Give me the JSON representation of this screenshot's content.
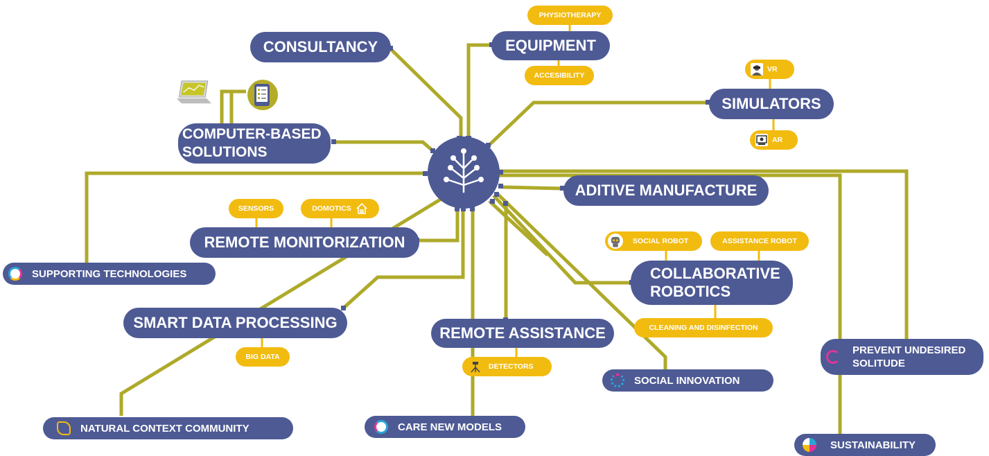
{
  "colors": {
    "node": "#4e5a94",
    "connector": "#aeaa2a",
    "tag": "#f2bb10",
    "text": "#ffffff"
  },
  "hub": {
    "icon": "tree-network-icon"
  },
  "nodes": {
    "consultancy": "CONSULTANCY",
    "equipment": "EQUIPMENT",
    "computer_based": "COMPUTER-BASED SOLUTIONS",
    "simulators": "SIMULATORS",
    "additive": "ADITIVE MANUFACTURE",
    "remote_monitorization": "REMOTE MONITORIZATION",
    "collaborative_robotics": "COLLABORATIVE ROBOTICS",
    "smart_data": "SMART DATA PROCESSING",
    "remote_assistance": "REMOTE ASSISTANCE"
  },
  "tags": {
    "physiotherapy": "PHYSIOTHERAPY",
    "accesibility": "ACCESIBILITY",
    "vr": "VR",
    "ar": "AR",
    "sensors": "SENSORS",
    "domotics": "DOMOTICS",
    "social_robot": "SOCIAL ROBOT",
    "assistance_robot": "ASSISTANCE ROBOT",
    "cleaning": "CLEANING AND DISINFECTION",
    "big_data": "BIG DATA",
    "detectors": "DETECTORS"
  },
  "outcomes": {
    "supporting": "SUPPORTING TECHNOLOGIES",
    "natural_context": "NATURAL CONTEXT COMMUNITY",
    "care_models": "CARE NEW MODELS",
    "social_innovation": "SOCIAL INNOVATION",
    "prevent_solitude": "PREVENT UNDESIRED SOLITUDE",
    "sustainability": "SUSTAINABILITY"
  },
  "icons": {
    "laptop": "laptop-chart-icon",
    "tablet": "tablet-checklist-icon",
    "vr": "vr-headset-icon",
    "ar": "ar-screen-icon",
    "domotics": "smart-home-icon",
    "social_robot": "robot-icon",
    "detectors": "detector-tripod-icon"
  }
}
